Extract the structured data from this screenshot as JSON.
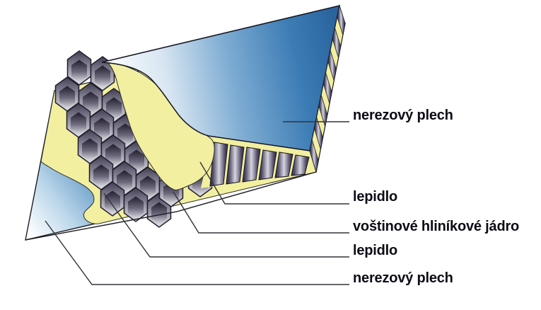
{
  "diagram": {
    "type": "honeycomb-sandwich-panel-cutaway",
    "labels": [
      {
        "part": "top-face-sheet",
        "text": "nerezový plech"
      },
      {
        "part": "upper-adhesive",
        "text": "lepidlo"
      },
      {
        "part": "honeycomb-core",
        "text": "voštinové hliníkové jádro"
      },
      {
        "part": "lower-adhesive",
        "text": "lepidlo"
      },
      {
        "part": "bottom-face-sheet",
        "text": "nerezový plech"
      }
    ],
    "colors": {
      "sheet_blue": "#2e6dab",
      "sheet_highlight": "#ffffff",
      "adhesive_yellow": "#f2efa0",
      "core_gray": "#8b889a",
      "core_dark": "#2e2940",
      "outline": "#1c1c24",
      "leader_line": "#33333a",
      "label_text": "#0c0c16"
    }
  }
}
